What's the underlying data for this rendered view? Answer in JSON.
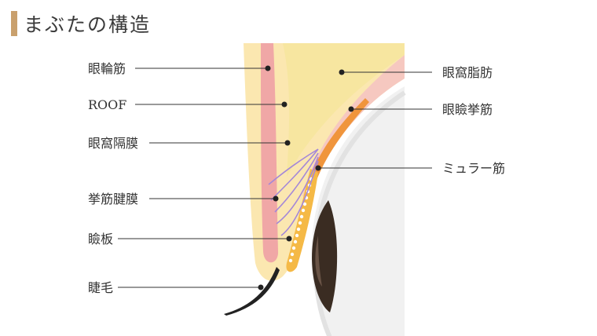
{
  "title": "まぶたの構造",
  "labels_left": [
    {
      "id": "orbicularis",
      "text": "眼輪筋"
    },
    {
      "id": "roof",
      "text": "ROOF"
    },
    {
      "id": "septum",
      "text": "眼窩隔膜"
    },
    {
      "id": "aponeurosis",
      "text": "挙筋腱膜"
    },
    {
      "id": "tarsus",
      "text": "瞼板"
    },
    {
      "id": "eyelash",
      "text": "睫毛"
    }
  ],
  "labels_right": [
    {
      "id": "orbital-fat",
      "text": "眼窩脂肪"
    },
    {
      "id": "levator",
      "text": "眼瞼挙筋"
    },
    {
      "id": "muller",
      "text": "ミュラー筋"
    }
  ],
  "colors": {
    "accent_bar": "#c9a06d",
    "skin": "#fbe7b0",
    "muscle": "#f0a7a6",
    "fat": "#f7e6a0",
    "levator": "#f0953c",
    "tarsus": "#f5b946",
    "aponeurosis": "#a487d8",
    "iris": "#3a2c22"
  }
}
